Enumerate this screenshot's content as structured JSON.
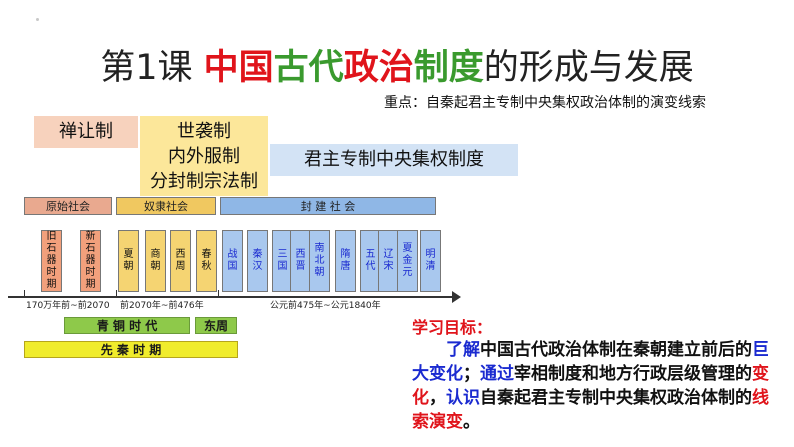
{
  "title": {
    "prefix": "第1课  ",
    "red1": "中国",
    "green1": "古代",
    "red2": "政治",
    "green2": "制度",
    "suffix": "的形成与发展"
  },
  "subtitle": "重点：自秦起君主专制中央集权政治体制的演变线索",
  "systems": {
    "shanrang": "禅让制",
    "shixi": [
      "世袭制",
      "内外服制",
      "分封制宗法制"
    ],
    "junzhu": "君主专制中央集权制度"
  },
  "eras": {
    "primitive": "原始社会",
    "slave": "奴隶社会",
    "feudal": "封    建    社    会"
  },
  "dynasties": [
    "旧石器时期",
    "新石器时期",
    "夏朝",
    "商朝",
    "西周",
    "春秋",
    "战国",
    "秦汉",
    "三国",
    "西晋",
    "南北朝",
    "隋唐",
    "五代",
    "辽宋",
    "夏金元",
    "明清"
  ],
  "ranges": [
    "170万年前~前2070",
    "前2070年~前476年",
    "公元前475年~公元1840年"
  ],
  "bars": {
    "bronze": "青  铜  时  代",
    "dongzhou": "东周",
    "xianqin": "先    秦    时    期"
  },
  "goals": {
    "title": "学习目标：",
    "parts": [
      "了解",
      "中国古代政治体制在秦朝建立前后的",
      "巨大变化",
      "；",
      "通过",
      "宰相制度和地方行政层级管理的",
      "变化",
      "，",
      "认识",
      "自秦起君主专制中央集权政治体制的",
      "线索演变",
      "。"
    ]
  }
}
